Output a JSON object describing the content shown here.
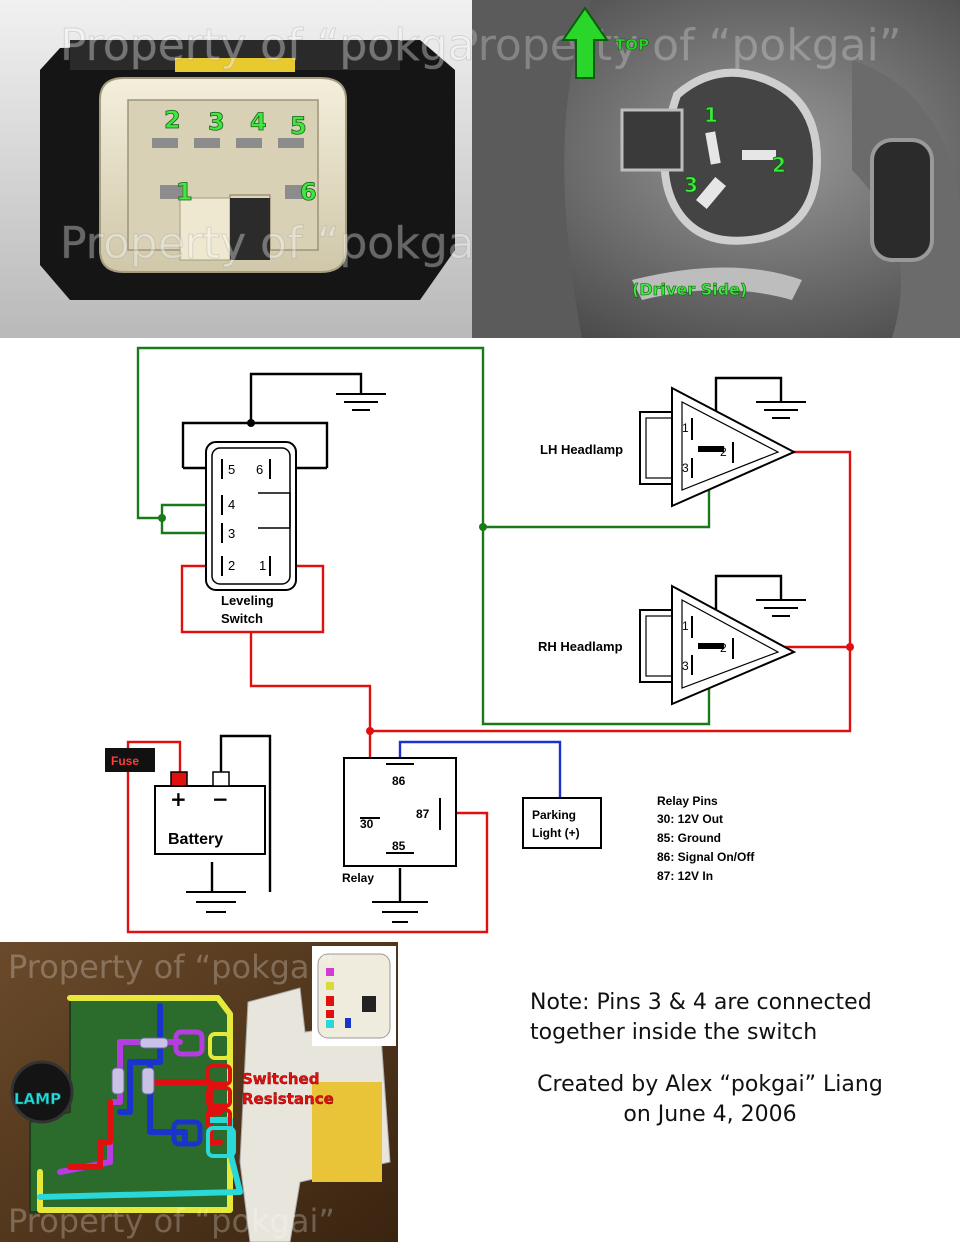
{
  "photos": {
    "top_left": {
      "watermark_1": "Property of “pokgai”",
      "watermark_2": "Property of “pokgai”",
      "pins": [
        "2",
        "3",
        "4",
        "5",
        "1",
        "6"
      ]
    },
    "top_right": {
      "watermark": "Property of “pokgai”",
      "top_label": "TOP",
      "pins": [
        "1",
        "2",
        "3"
      ],
      "side_label": "(Driver Side)"
    },
    "bottom_left": {
      "watermark_1": "Property of “pokgai”",
      "watermark_2": "Property of “pokgai”",
      "lamp_label": "LAMP",
      "switched_label_1": "Switched",
      "switched_label_2": "Resistance"
    }
  },
  "diagram": {
    "switch": {
      "pins": [
        "5",
        "6",
        "4",
        "3",
        "2",
        "1"
      ],
      "label_1": "Leveling",
      "label_2": "Switch"
    },
    "lh_headlamp": {
      "label": "LH Headlamp",
      "pins": [
        "1",
        "2",
        "3"
      ]
    },
    "rh_headlamp": {
      "label": "RH Headlamp",
      "pins": [
        "1",
        "2",
        "3"
      ]
    },
    "fuse_label": "Fuse",
    "battery": {
      "label": "Battery",
      "plus": "+",
      "minus": "−"
    },
    "relay": {
      "label": "Relay",
      "pins": [
        "86",
        "30",
        "87",
        "85"
      ]
    },
    "parking_light": {
      "label_1": "Parking",
      "label_2": "Light (+)"
    },
    "relay_pins_legend": {
      "title": "Relay Pins",
      "items": [
        "30: 12V Out",
        "85: Ground",
        "86: Signal On/Off",
        "87: 12V In"
      ]
    },
    "colors": {
      "green": "#1a7a1a",
      "red": "#e01010",
      "blue": "#1a33cc",
      "black": "#000000"
    }
  },
  "note": {
    "line_1": "Note: Pins 3 & 4 are connected",
    "line_2": "together inside the switch"
  },
  "credit": {
    "line_1": "Created by Alex “pokgai” Liang",
    "line_2": "on June 4, 2006"
  }
}
